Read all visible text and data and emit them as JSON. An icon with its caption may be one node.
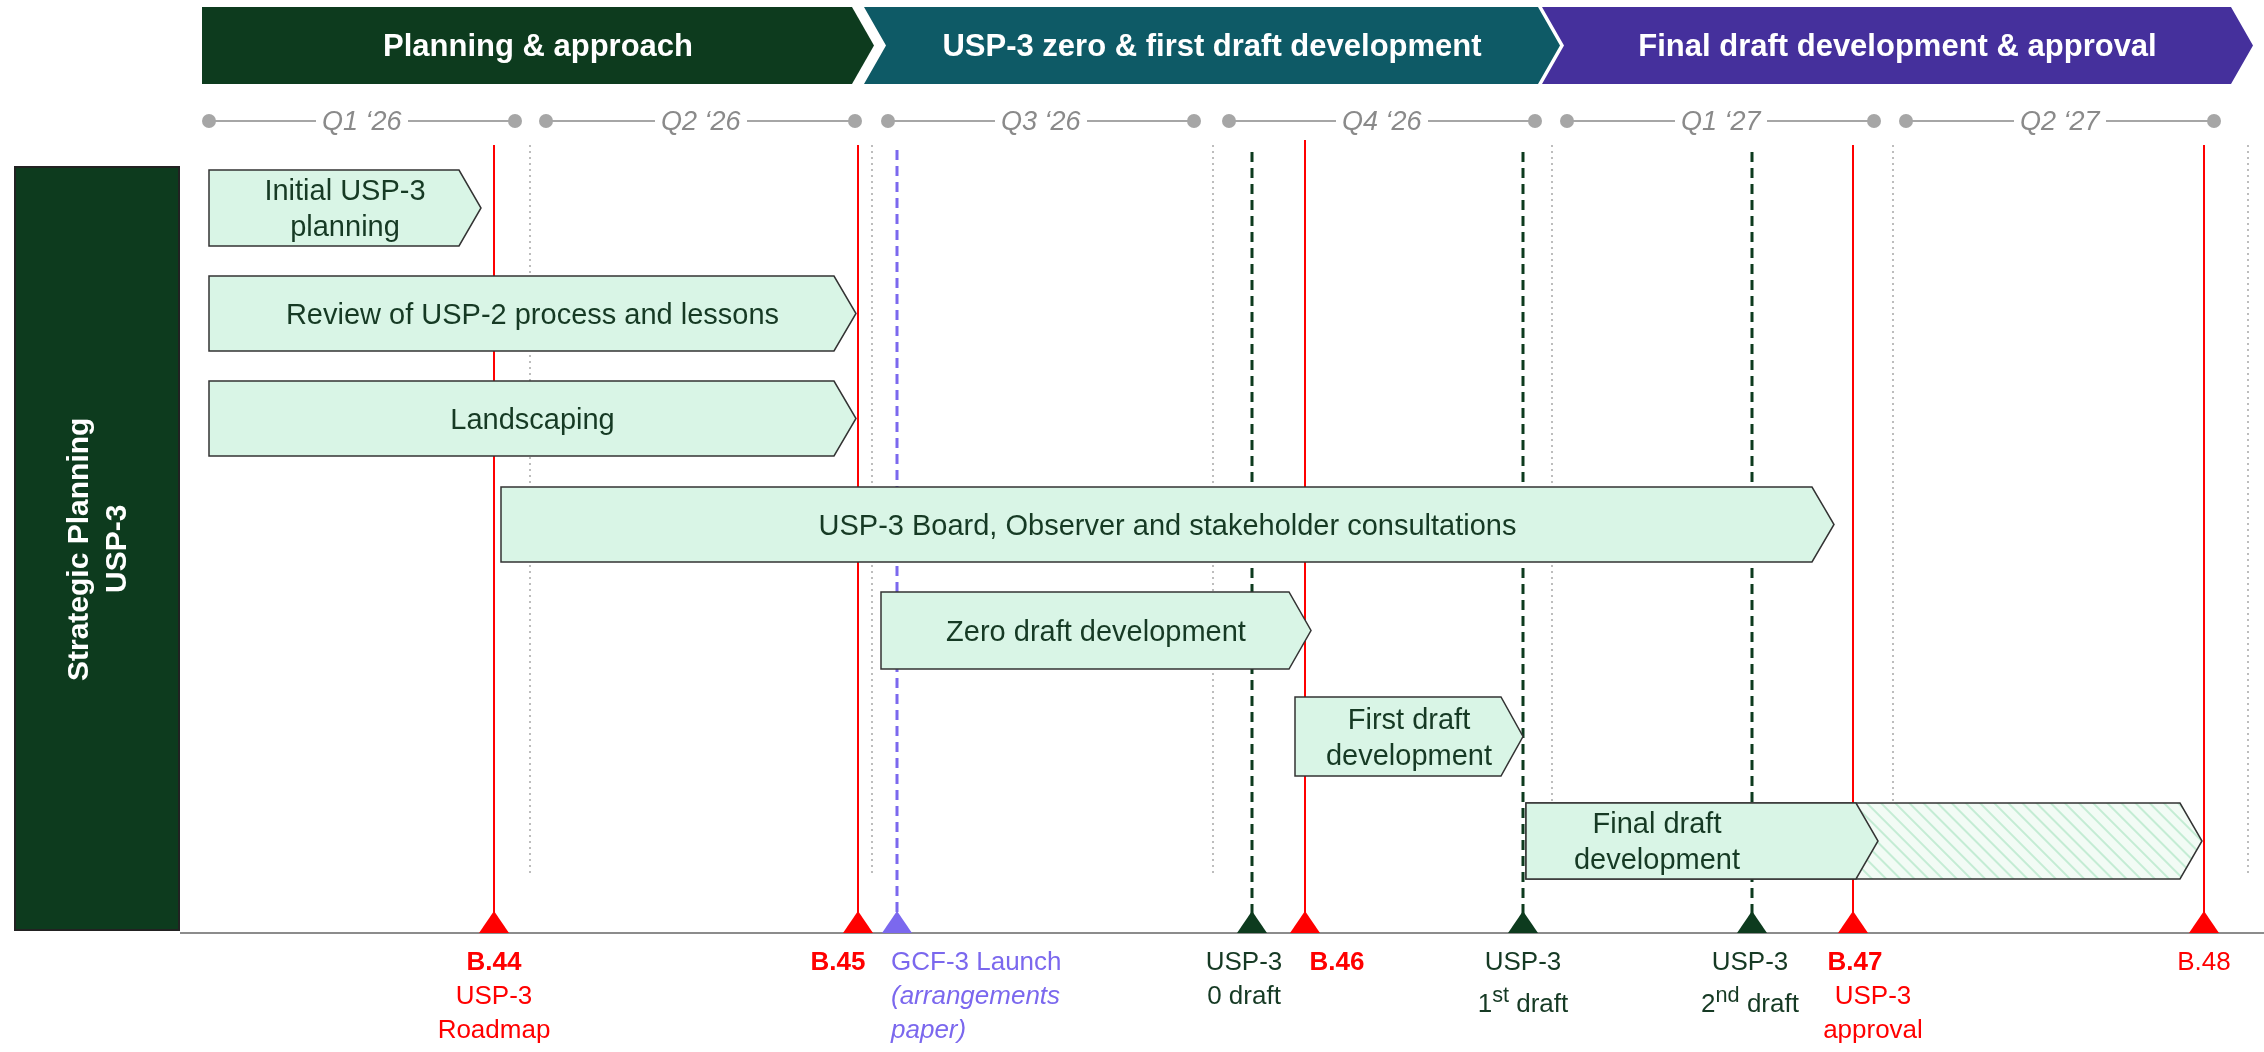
{
  "diagram": {
    "nodes": [
      {
        "text": [
          "Planning & approach"
        ]
      },
      {
        "text": [
          "USP-3 zero & first draft development"
        ]
      },
      {
        "text": [
          "Final draft development & approval"
        ]
      },
      {
        "text": [
          "Strategic Planning USP-3"
        ]
      },
      {
        "text": [
          "Initial USP-3 planning"
        ]
      },
      {
        "text": [
          "Review of USP-2 process and lessons"
        ]
      },
      {
        "text": [
          "Landscaping"
        ]
      },
      {
        "text": [
          "USP-3 Board, Observer and stakeholder consultations"
        ]
      },
      {
        "text": [
          "Zero draft development"
        ]
      },
      {
        "text": [
          "First draft development"
        ]
      },
      {
        "text": [
          "Final draft development"
        ]
      }
    ],
    "edges": [],
    "labels": [
      "Q1 ‘26",
      "Q2 ‘26",
      "Q3 ‘26",
      "Q4 ‘26",
      "Q1 ‘27",
      "Q2 ‘27",
      "B.44",
      "USP-3 Roadmap",
      "B.45",
      "GCF-3 Launch *(arrangements paper)*",
      "USP-3 0 draft",
      "B.46",
      "USP-3 1$^{st}$ draft",
      "USP-3 2$^{nd}$ draft",
      "B.47",
      "USP-3 approval",
      "B.48"
    ]
  }
}
